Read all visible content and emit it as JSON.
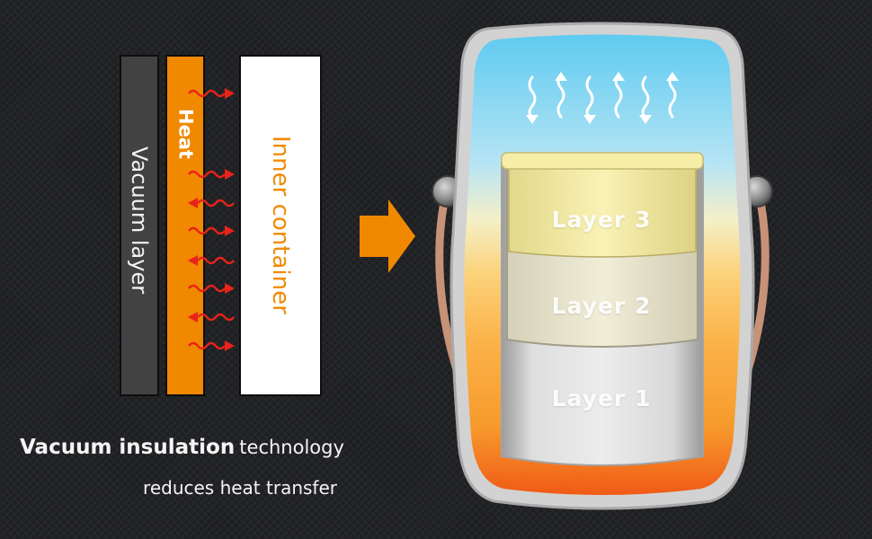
{
  "diagram": {
    "vacuum_label": "Vacuum layer",
    "heat_label": "Heat",
    "inner_label": "Inner container"
  },
  "product": {
    "layers": [
      "Layer 3",
      "Layer 2",
      "Layer 1"
    ]
  },
  "caption": {
    "bold": "Vacuum insulation",
    "normal": "technology",
    "line2": "reduces heat transfer"
  },
  "colors": {
    "background": "#222326",
    "heat_orange": "#f08800",
    "wave_red": "#e8231a",
    "sky_blue": "#5ecbf0"
  },
  "icons": [
    "wavy-heat-arrow-icon",
    "orange-right-arrow-icon",
    "steam-arrow-icon"
  ]
}
